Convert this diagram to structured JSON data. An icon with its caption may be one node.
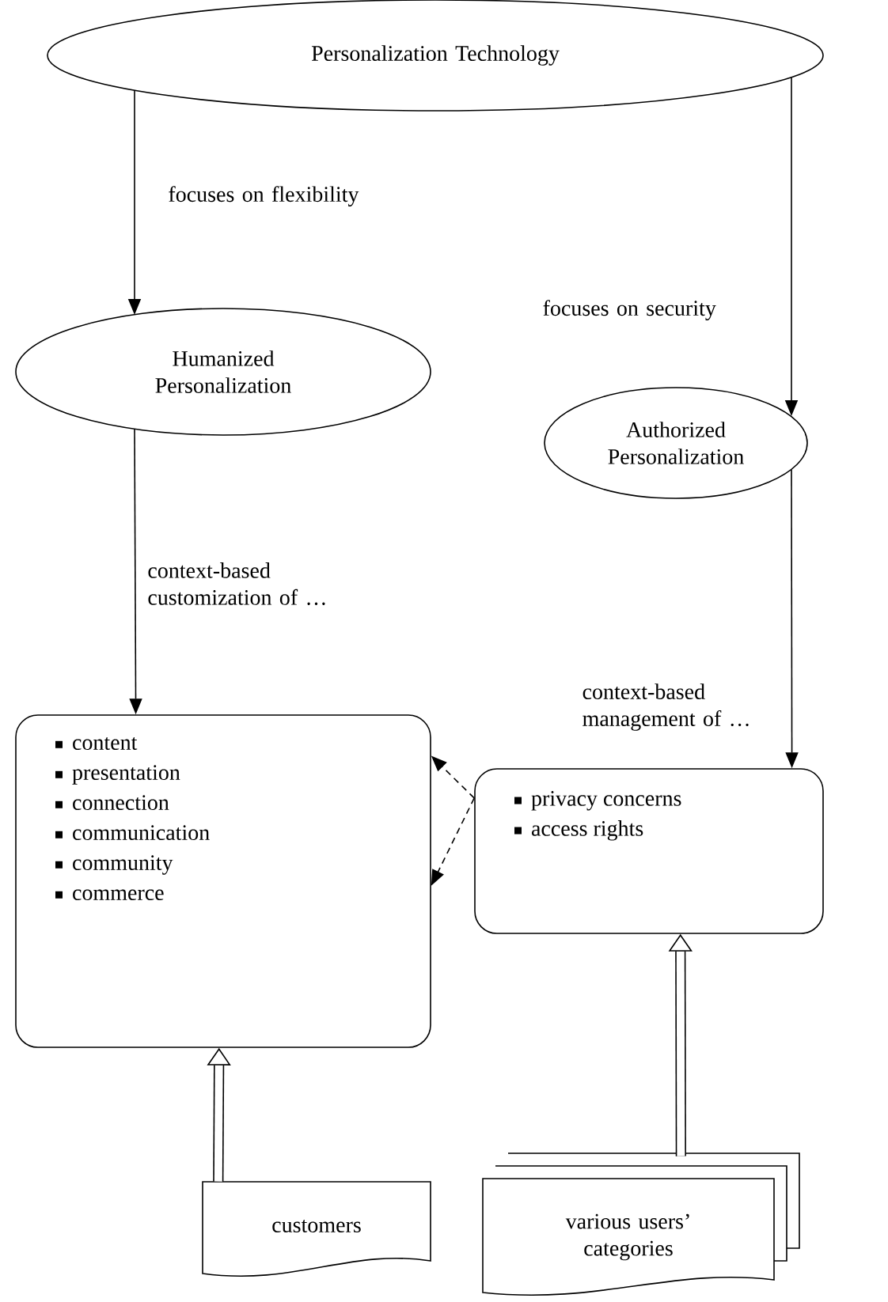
{
  "diagram": {
    "nodes": [
      {
        "text": [
          "Personalization Technology"
        ]
      },
      {
        "text": [
          "Humanized Personalization"
        ]
      },
      {
        "text": [
          "Authorized Personalization"
        ]
      },
      {
        "text": [
          "content",
          "presentation",
          "connection",
          "communication",
          "community",
          "commerce"
        ]
      },
      {
        "text": [
          "privacy concerns",
          "access rights"
        ]
      },
      {
        "text": [
          "customers"
        ]
      },
      {
        "text": [
          "various users’ categories"
        ]
      }
    ],
    "edges": [
      {
        "from": 0,
        "to": 1,
        "arrow": "to",
        "label": "focuses on flexibility"
      },
      {
        "from": 0,
        "to": 2,
        "arrow": "to",
        "label": "focuses on security"
      },
      {
        "from": 1,
        "to": 3,
        "arrow": "to",
        "label": "context-based customization of …"
      },
      {
        "from": 2,
        "to": 4,
        "arrow": "to",
        "label": "context-based management of …"
      },
      {
        "from": 4,
        "to": 3,
        "arrow": "to",
        "style": "dashed"
      },
      {
        "from": 4,
        "to": 3,
        "arrow": "to",
        "style": "dashed"
      },
      {
        "from": 5,
        "to": 3,
        "arrow": "to",
        "style": "thick"
      },
      {
        "from": 6,
        "to": 4,
        "arrow": "to",
        "style": "thick"
      }
    ]
  }
}
